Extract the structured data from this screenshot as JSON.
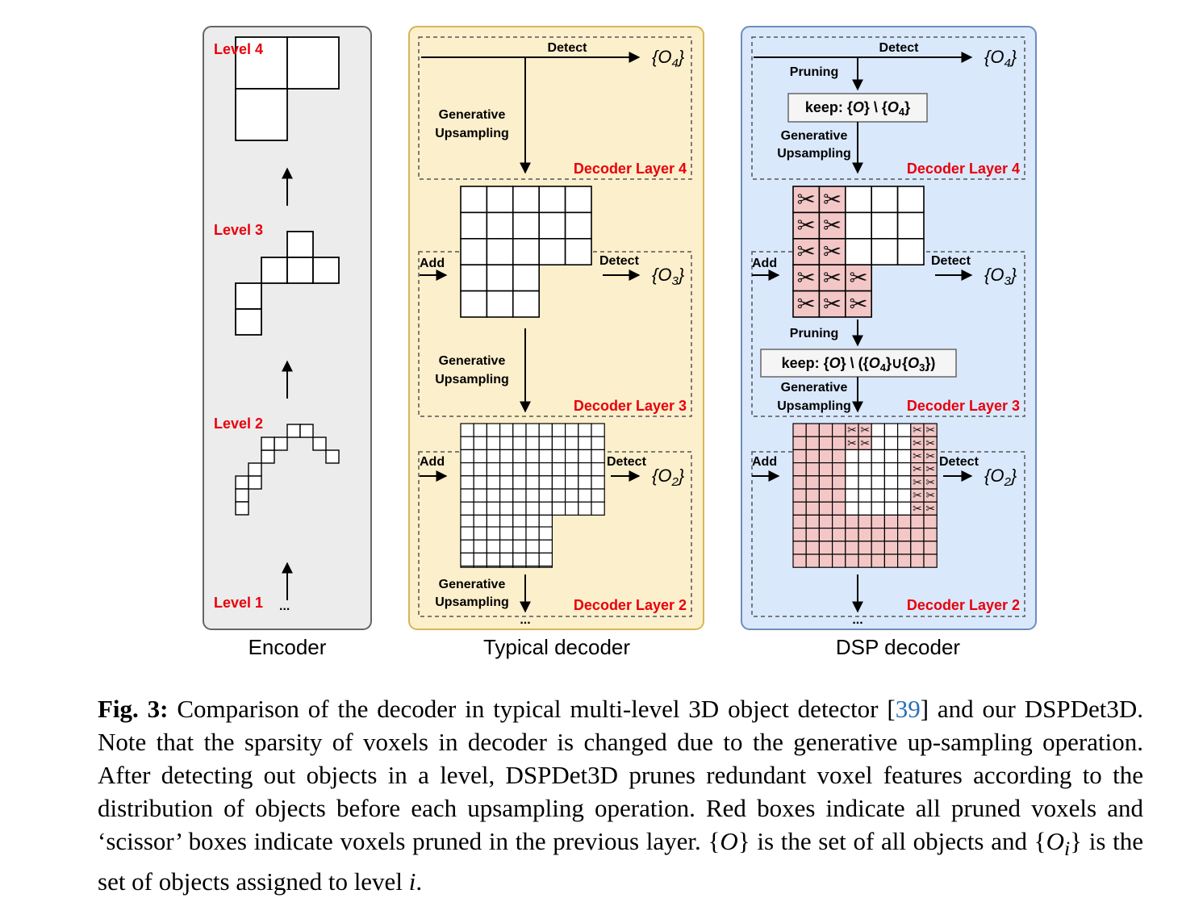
{
  "encoder": {
    "panel_label": "Encoder",
    "levels": [
      "Level 4",
      "Level 3",
      "Level 2",
      "Level 1"
    ],
    "ellipsis": "..."
  },
  "typical": {
    "panel_label": "Typical decoder",
    "detect": "Detect",
    "add": "Add",
    "gen_up_1": "Generative",
    "gen_up_2": "Upsampling",
    "layer4": "Decoder Layer 4",
    "layer3": "Decoder Layer 3",
    "layer2": "Decoder Layer 2",
    "o4": "{O4}",
    "o3": "{O3}",
    "o2": "{O2}",
    "ellipsis": "..."
  },
  "dsp": {
    "panel_label": "DSP decoder",
    "detect": "Detect",
    "add": "Add",
    "pruning": "Pruning",
    "gen_up_1": "Generative",
    "gen_up_2": "Upsampling",
    "keep1": "keep: {O} \\ {O4}",
    "keep2": "keep: {O} \\ ({O4}∪{O3})",
    "layer4": "Decoder Layer 4",
    "layer3": "Decoder Layer 3",
    "layer2": "Decoder Layer 2",
    "o4": "{O4}",
    "o3": "{O3}",
    "o2": "{O2}",
    "ellipsis": "..."
  },
  "colors": {
    "encoder_bg": "#ececec",
    "typical_bg": "#fcefcb",
    "dsp_bg": "#dae8fc",
    "pruned": "#f4c7c7",
    "label_red": "#e8000b"
  },
  "caption": {
    "fig": "Fig. 3:",
    "text_a": " Comparison of the decoder in typical multi-level 3D object detector [",
    "ref": "39",
    "text_b": "] and our DSPDet3D. Note that the sparsity of voxels in decoder is changed due to the generative up-sampling operation. After detecting out objects in a level, DSPDet3D prunes redundant voxel features according to the distribution of objects before each upsampling operation. Red boxes indicate all pruned voxels and ‘scissor’ boxes indicate voxels pruned in the previous layer. {",
    "o": "O",
    "text_c": "} is the set of all objects and {",
    "oi": "O",
    "sub_i": "i",
    "text_d": "} is the set of objects assigned to level ",
    "i": "i",
    "text_e": "."
  }
}
